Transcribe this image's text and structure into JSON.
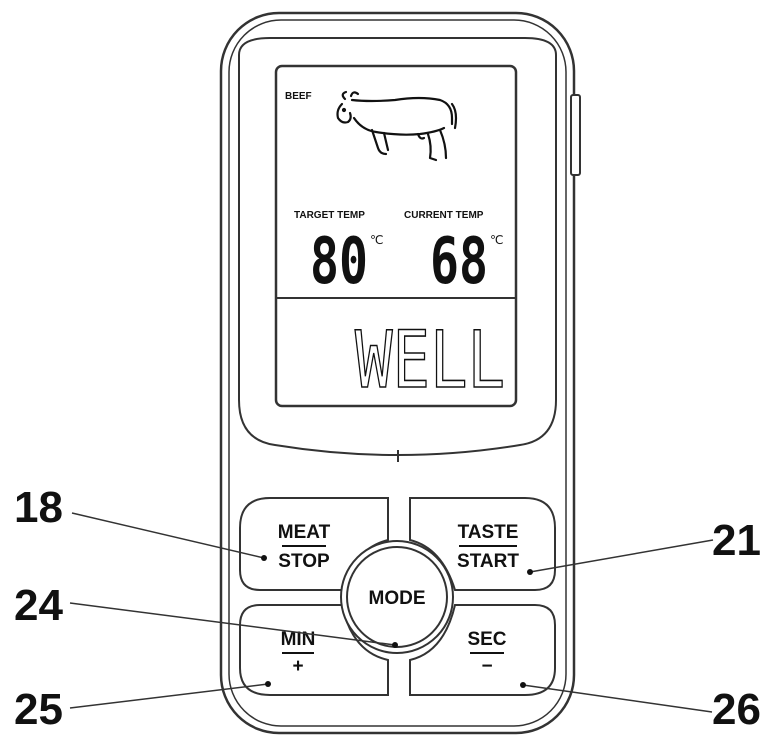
{
  "screen": {
    "meat_label": "BEEF",
    "target_label": "TARGET TEMP",
    "current_label": "CURRENT TEMP",
    "target_value": "80",
    "current_value": "68",
    "unit": "℃",
    "doneness": "WELL"
  },
  "buttons": {
    "meat_stop": {
      "top": "MEAT",
      "bottom": "STOP"
    },
    "taste_start": {
      "top": "TASTE",
      "bottom": "START"
    },
    "mode": "MODE",
    "min_plus": {
      "top": "MIN",
      "bottom": "+"
    },
    "sec_minus": {
      "top": "SEC",
      "bottom": "−"
    }
  },
  "callouts": {
    "c18": "18",
    "c21": "21",
    "c24": "24",
    "c25": "25",
    "c26": "26"
  },
  "icons": {
    "meat_icon": "cow-icon"
  }
}
